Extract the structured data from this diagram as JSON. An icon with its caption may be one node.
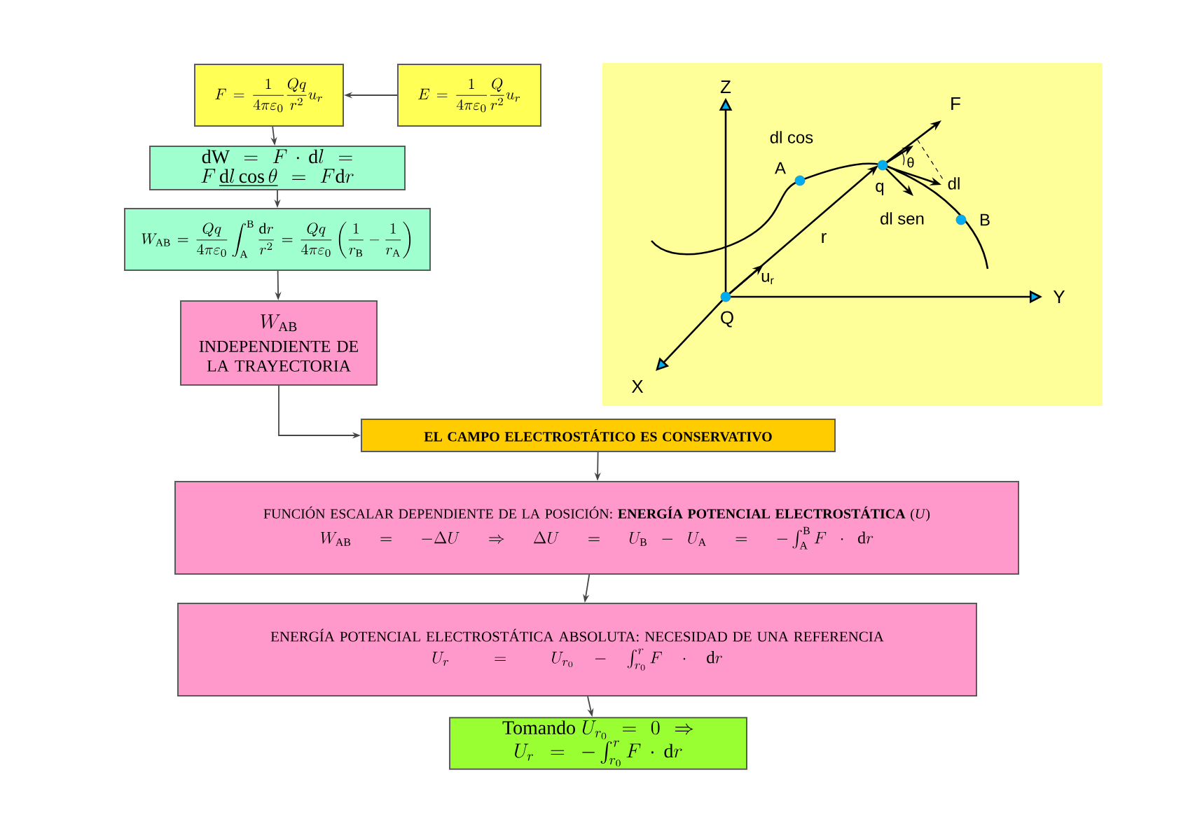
{
  "diagram": {
    "nodes": [
      {
        "text": [
          "F=\\frac{1}{4\\pi\\varepsilon_0}\\frac{Qq}{r^2}u_r"
        ]
      },
      {
        "text": [
          "E=\\frac{1}{4\\pi\\varepsilon_0}\\frac{Q}{r^2}u_r"
        ]
      },
      {
        "text": [
          "\\mathrm{dW}=F\\cdot\\mathrm{d}l=F\\,\\underline{\\mathrm{d}l\\cos\\theta}=F\\mathrm{d}r"
        ]
      },
      {
        "text": [
          "W_{\\mathrm{AB}}=\\frac{Qq}{4\\pi\\varepsilon_0}\\int_{\\mathrm{A}}^{\\mathrm{B}}\\frac{\\mathrm{d}r}{r^2}=\\frac{Qq}{4\\pi\\varepsilon_0}\\left(\\frac{1}{r_{\\mathrm{B}}}-\\frac{1}{r_{\\mathrm{A}}}\\right)"
        ]
      },
      {
        "text": [
          "W_{\\mathrm{AB}}",
          "INDEPENDIENTE DE LA TRAYECTORIA"
        ]
      },
      {
        "text": [
          "EL CAMPO ELECTROSTÁTICO ES CONSERVATIVO"
        ]
      },
      {
        "text": [
          "FUNCIÓN ESCALAR DEPENDIENTE DE LA POSICIÓN: **ENERGÍA POTENCIAL ELECTROSTÁTICA** (*U*)",
          "W_{\\mathrm{AB}}=-\\Delta U\\Rightarrow\\Delta U=U_{\\mathrm{B}}-U_{\\mathrm{A}}=-\\int_{\\mathrm{A}}^{\\mathrm{B}}F\\cdot\\mathrm{d}r"
        ]
      },
      {
        "text": [
          "ENERGÍA POTENCIAL ELECTROSTÁTICA ABSOLUTA: NECESIDAD DE UNA REFERENCIA",
          "U_r=U_{r_0}-\\int_{r_0}^{r}F\\cdot\\mathrm{d}r"
        ]
      },
      {
        "text": [
          "\\mbox{Tomando }U_{r_0}=0\\Rightarrow U_r=-\\int_{r_0}^{r}F\\cdot\\mathrm{d}r"
        ]
      }
    ],
    "edges": [
      {
        "from": 1,
        "to": 0,
        "arrow": "to"
      },
      {
        "from": 0,
        "to": 2,
        "arrow": "to"
      },
      {
        "from": 2,
        "to": 3,
        "arrow": "to"
      },
      {
        "from": 3,
        "to": 4,
        "arrow": "to"
      },
      {
        "from": 4,
        "to": 5,
        "arrow": "to"
      },
      {
        "from": 5,
        "to": 6,
        "arrow": "to"
      },
      {
        "from": 6,
        "to": 7,
        "arrow": "to"
      },
      {
        "from": 7,
        "to": 8,
        "arrow": "to"
      }
    ],
    "labels": [
      "Z",
      "F",
      "dl cos",
      "A",
      "θ",
      "dl",
      "q",
      "dl sen",
      "B",
      "r",
      "u$_{r}$",
      "Y",
      "Q",
      "X"
    ]
  }
}
